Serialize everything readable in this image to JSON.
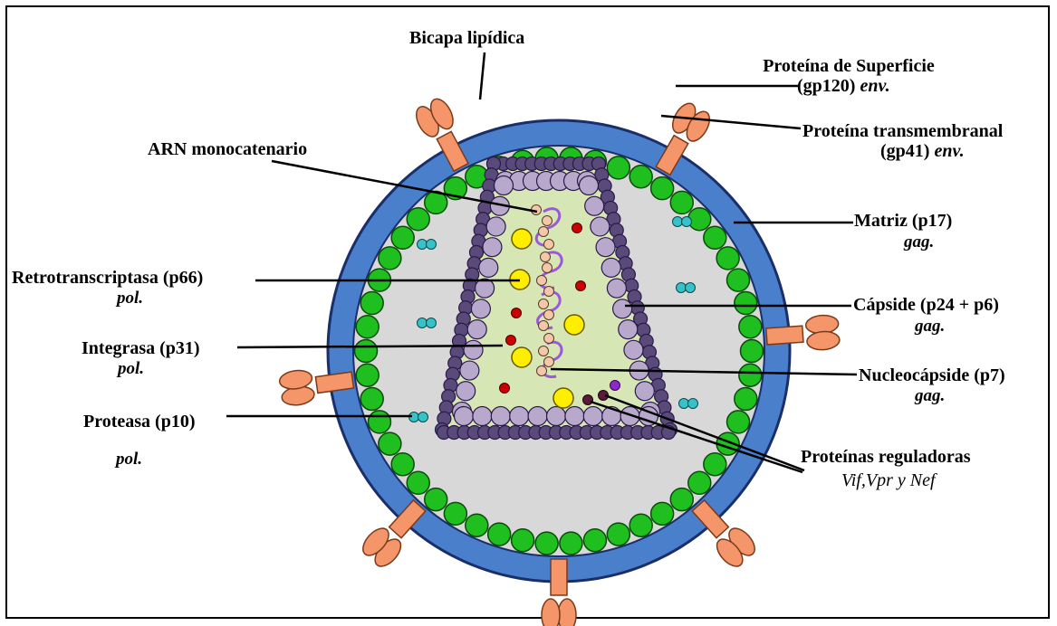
{
  "labels": {
    "bicapa": "Bicapa lipídica",
    "superficie_line1": "Proteína de Superficie",
    "superficie_line2a": "(gp120)",
    "superficie_line2b": "env.",
    "transmembranal_line1": "Proteína transmembranal",
    "transmembranal_line2a": "(gp41)",
    "transmembranal_line2b": "env.",
    "arn": "ARN monocatenario",
    "matriz": "Matriz (p17)",
    "matriz_gene": "gag.",
    "retro": "Retrotranscriptasa (p66)",
    "retro_gene": "pol.",
    "capside": "Cápside (p24 + p6)",
    "capside_gene": "gag.",
    "integrasa": "Integrasa (p31)",
    "integrasa_gene": "pol.",
    "nucleo": "Nucleocápside (p7)",
    "nucleo_gene": "gag.",
    "proteasa": "Proteasa (p10)",
    "proteasa_gene": "pol.",
    "reguladoras": "Proteínas reguladoras",
    "reguladoras_genes": "Vif,Vpr y Nef"
  },
  "colors": {
    "envelope": "#4a7fcc",
    "interior": "#d8d8d8",
    "matrix_ball": "#1fbf1f",
    "capsid_dark": "#5a4a7a",
    "capsid_light": "#b8a8cc",
    "core_fill": "#d6e6b4",
    "spike": "#f4956a",
    "rna": "#9a5ad8",
    "yellow": "#ffee00",
    "red": "#cc0000",
    "teal": "#36c2c8"
  }
}
